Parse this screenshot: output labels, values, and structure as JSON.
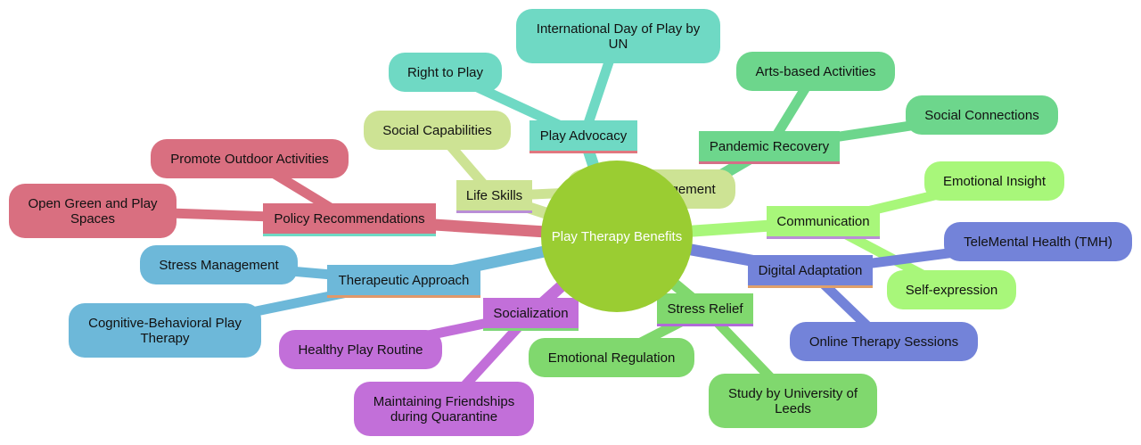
{
  "center": {
    "label": "Play Therapy Benefits",
    "color": "#9acd32"
  },
  "branches": [
    {
      "key": "advocacy",
      "label": "Play Advocacy",
      "color": "#6fd9c4",
      "underline": "#e0777f",
      "leaves": [
        "Right to Play",
        "International Day of Play by UN"
      ]
    },
    {
      "key": "pandemic",
      "label": "Pandemic Recovery",
      "color": "#6dd68c",
      "underline": "#d46f87",
      "leaves": [
        "Arts-based Activities",
        "Social Connections"
      ]
    },
    {
      "key": "lifeskills",
      "label": "Life Skills",
      "color": "#cde394",
      "underline": "#b98ed6",
      "leaves": [
        "Social Capabilities",
        "Impulse Management"
      ]
    },
    {
      "key": "communication",
      "label": "Communication",
      "color": "#a8f77a",
      "underline": "#b98ed6",
      "leaves": [
        "Emotional Insight",
        "Self-expression"
      ]
    },
    {
      "key": "digital",
      "label": "Digital Adaptation",
      "color": "#7383d9",
      "underline": "#e0a06a",
      "leaves": [
        "TeleMental Health (TMH)",
        "Online Therapy Sessions"
      ]
    },
    {
      "key": "stress",
      "label": "Stress Relief",
      "color": "#80d86e",
      "underline": "#b06ad8",
      "leaves": [
        "Emotional Regulation",
        "Study by University of Leeds"
      ]
    },
    {
      "key": "social",
      "label": "Socialization",
      "color": "#c26fd9",
      "underline": "#7fd67a",
      "leaves": [
        "Healthy Play Routine",
        "Maintaining Friendships during Quarantine"
      ]
    },
    {
      "key": "therapeutic",
      "label": "Therapeutic Approach",
      "color": "#6db8d9",
      "underline": "#e0986a",
      "leaves": [
        "Stress Management",
        "Cognitive-Behavioral Play Therapy"
      ]
    },
    {
      "key": "policy",
      "label": "Policy Recommendations",
      "color": "#d96f80",
      "underline": "#6fd9c4",
      "leaves": [
        "Promote Outdoor Activities",
        "Open Green and Play Spaces"
      ]
    }
  ]
}
